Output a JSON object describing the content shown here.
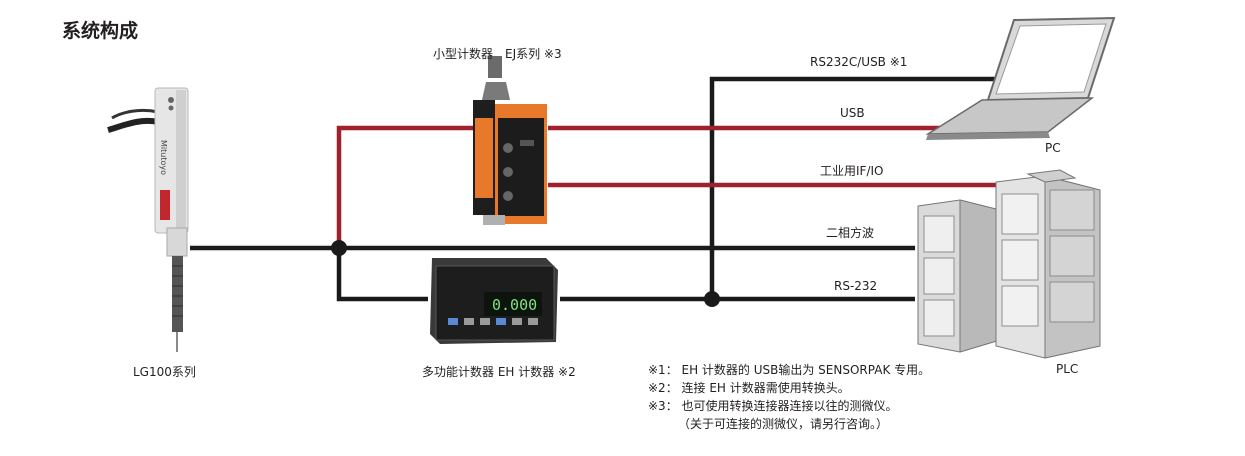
{
  "title": "系统构成",
  "devices": {
    "sensor": {
      "label": "LG100系列",
      "brand": "Mitutoyo"
    },
    "ej_counter": {
      "label": "小型计数器　EJ系列 ※3"
    },
    "eh_counter": {
      "label": "多功能计数器 EH 计数器 ※2",
      "display": "0.000"
    },
    "pc": {
      "label": "PC"
    },
    "plc": {
      "label": "PLC"
    }
  },
  "connections": [
    {
      "label": "RS232C/USB ※1",
      "color": "#1a1a1a"
    },
    {
      "label": "USB",
      "color": "#a0202d"
    },
    {
      "label": "工业用IF/IO",
      "color": "#a0202d"
    },
    {
      "label": "二相方波",
      "color": "#1a1a1a"
    },
    {
      "label": "RS-232",
      "color": "#1a1a1a"
    }
  ],
  "notes": [
    "※1：  EH 计数器的 USB输出为 SENSORPAK 专用。",
    "※2：  连接 EH 计数器需使用转换头。",
    "※3：  也可使用转换连接器连接以往的测微仪。",
    "（关于可连接的测微仪，请另行咨询。）"
  ],
  "colors": {
    "black_wire": "#1a1a1a",
    "red_wire": "#a0202d",
    "counter_orange": "#e8792b",
    "display_green": "#7ee37e"
  }
}
